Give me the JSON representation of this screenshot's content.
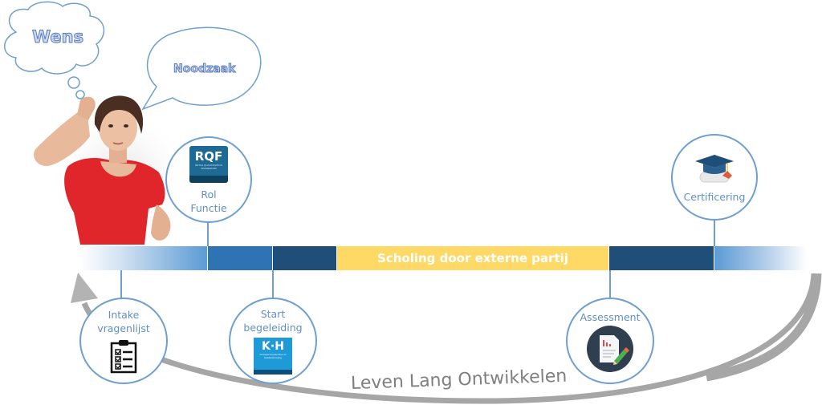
{
  "bubbles": {
    "thought": "Wens",
    "speech": "Noodzaak"
  },
  "timeline": {
    "main_bar_label": "Scholing door externe partij",
    "colors": {
      "light_blue": "#5b9bd5",
      "mid_blue": "#2e74b5",
      "dark_blue": "#1f4e79",
      "yellow": "#ffd966",
      "circle_border": "#6f9fd0",
      "arc_gray": "#a6a6a6"
    }
  },
  "milestones_top": [
    {
      "label_line1": "Rol",
      "label_line2": "Functie",
      "icon": "rqf-logo-icon",
      "logo_text": "RQF",
      "logo_subtext": "RETAIL QUALIFICATION FRAMEWORK"
    },
    {
      "label_line1": "Certificering",
      "icon": "graduation-cap-diploma-icon"
    }
  ],
  "milestones_bottom": [
    {
      "label_line1": "Intake",
      "label_line2": "vragenlijst",
      "icon": "clipboard-checklist-icon"
    },
    {
      "label_line1": "Start",
      "label_line2": "begeleiding",
      "icon": "kh-logo-icon",
      "logo_text": "K·H",
      "logo_subtext": "beroepscompetenties en kwaliteitszorging"
    },
    {
      "label_line1": "Assessment",
      "icon": "report-pencil-icon"
    }
  ],
  "cycle_label": "Leven Lang Ontwikkelen"
}
